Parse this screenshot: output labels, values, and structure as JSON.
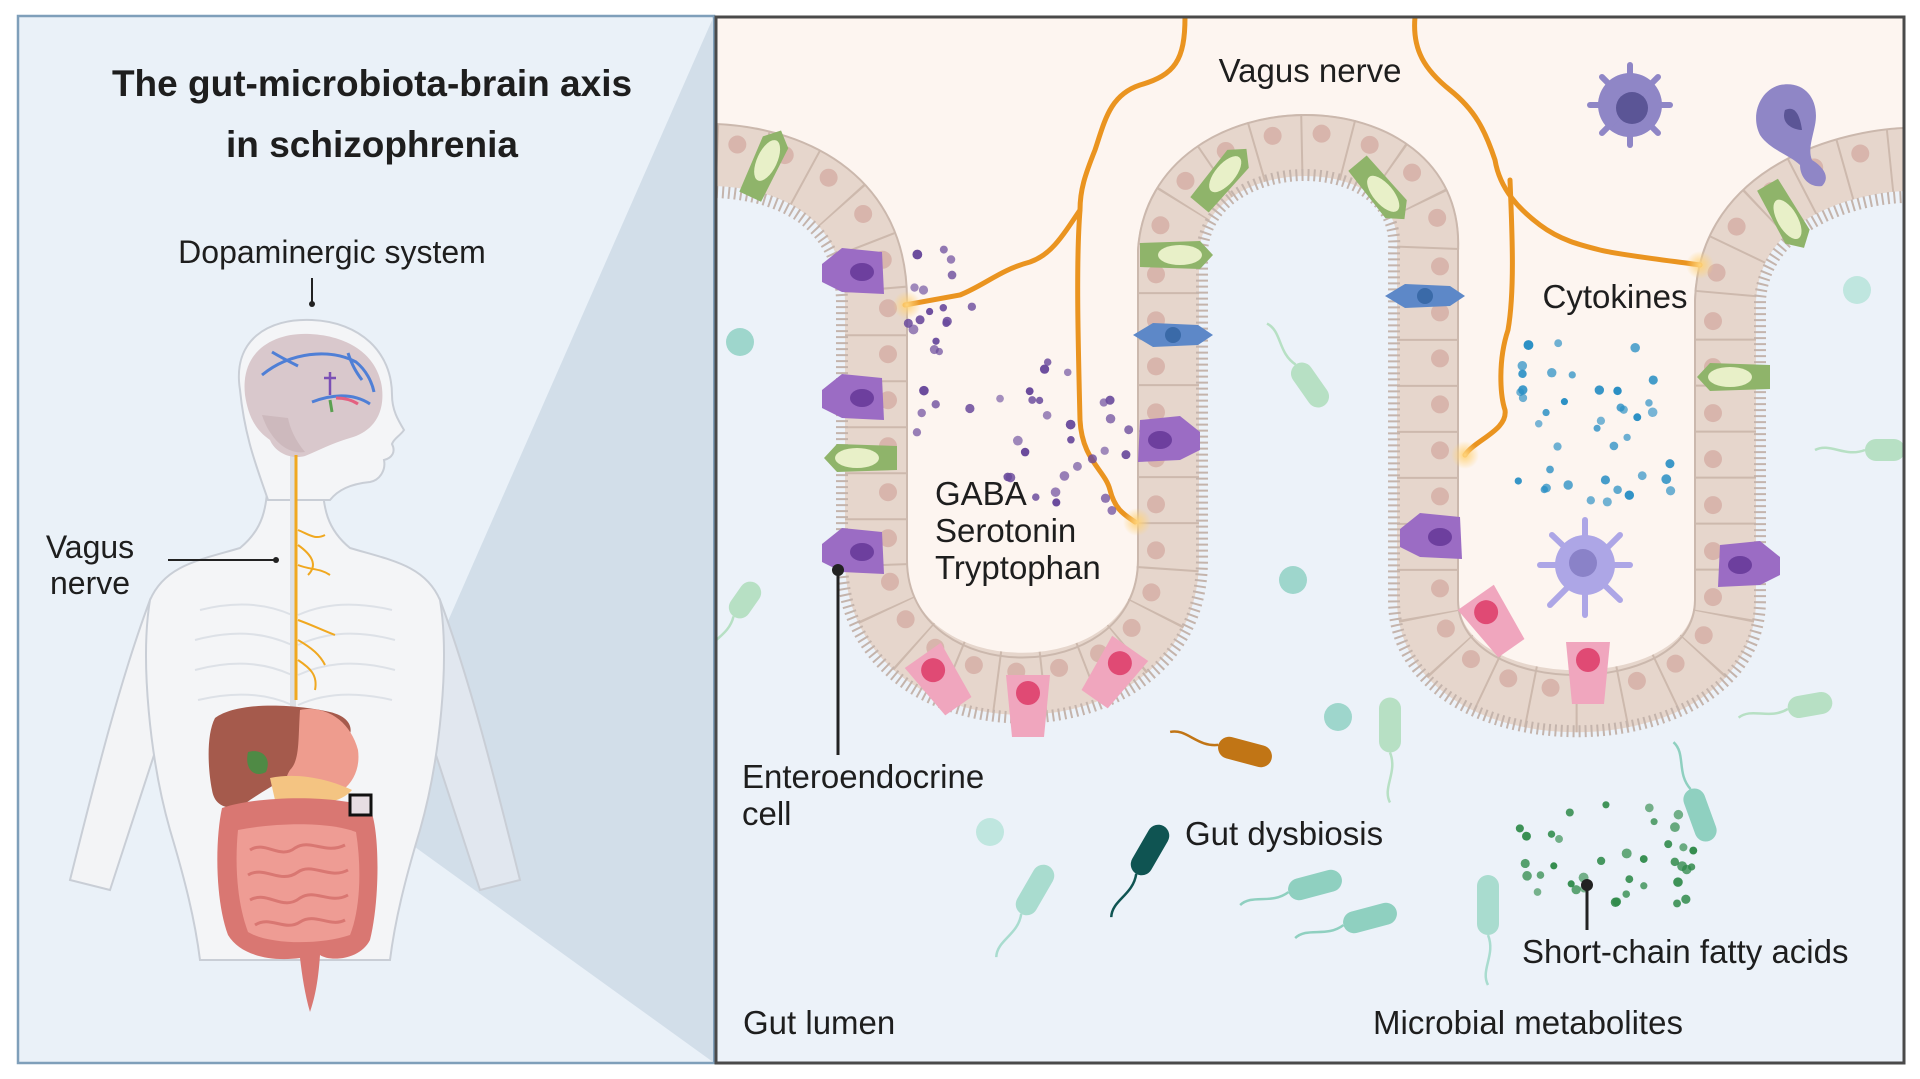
{
  "title": {
    "line1": "The gut-microbiota-brain axis",
    "line2": "in schizophrenia"
  },
  "left_panel": {
    "labels": {
      "dopaminergic": "Dopaminergic system",
      "vagus_line1": "Vagus",
      "vagus_line2": "nerve"
    },
    "icons": [
      "human-body-icon",
      "brain-icon",
      "spinal-cord-icon",
      "liver-icon",
      "stomach-icon",
      "intestine-icon",
      "zoom-box-icon"
    ]
  },
  "right_panel": {
    "labels": {
      "vagus_nerve": "Vagus nerve",
      "cytokines": "Cytokines",
      "gaba": "GABA",
      "serotonin": "Serotonin",
      "tryptophan": "Tryptophan",
      "enteroendocrine_line1": "Enteroendocrine",
      "enteroendocrine_line2": "cell",
      "gut_dysbiosis": "Gut dysbiosis",
      "scfa": "Short-chain fatty acids",
      "gut_lumen": "Gut lumen",
      "microbial_metabolites": "Microbial metabolites"
    },
    "icons": [
      "epithelium-icon",
      "enteroendocrine-cell-icon",
      "goblet-cell-icon",
      "paneth-cell-icon",
      "dendritic-cell-icon",
      "macrophage-icon",
      "bacterium-icon",
      "nerve-icon"
    ]
  },
  "colors": {
    "left_bg": "#eaf1f8",
    "funnel": "#d2dee9",
    "left_border": "#7f9fba",
    "tissue": "#fdf5f0",
    "lumen": "#ecf2f9",
    "right_border": "#4a4a4a",
    "epithelium": "#e6d6cc",
    "nerve": "#ea9420",
    "enteroendocrine": "#9b6cc4",
    "goblet": "#8fb46a",
    "paneth": "#f0a6be",
    "cytokine": "#2a8fc4",
    "scfa": "#2f8a4a",
    "neurotransmitter": "#6a4a9c"
  }
}
